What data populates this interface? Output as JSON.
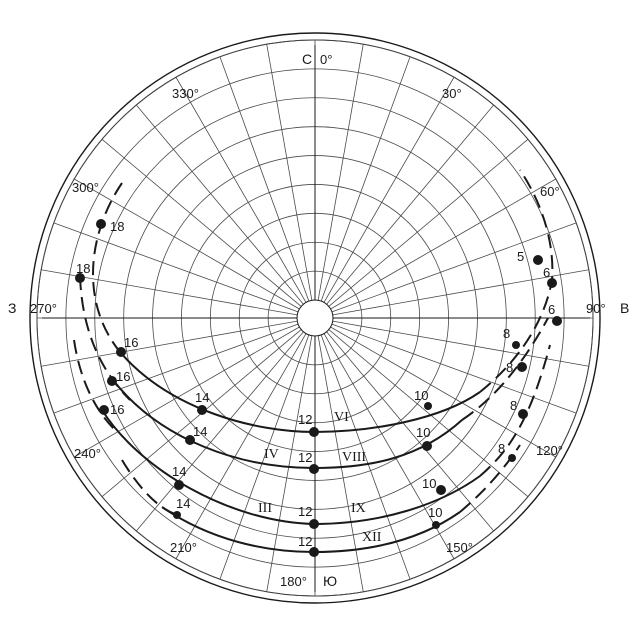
{
  "cardinals": {
    "north": "С",
    "south": "Ю",
    "east": "В",
    "west": "З"
  },
  "bearing_labels": [
    "0°",
    "30°",
    "60°",
    "90°",
    "120°",
    "150°",
    "180°",
    "210°",
    "240°",
    "270°",
    "300°",
    "330°"
  ],
  "months": [
    "VI",
    "IV",
    "VIII",
    "III",
    "IX",
    "XII"
  ],
  "hour_labels": {
    "vi": [
      "18",
      "16",
      "14",
      "12",
      "10",
      "8",
      "6",
      "5"
    ],
    "iv": [
      "18",
      "16",
      "14",
      "12",
      "10",
      "8",
      "6"
    ],
    "iii": [
      "16",
      "14",
      "12",
      "10",
      "8"
    ],
    "xii": [
      "14",
      "12",
      "10"
    ]
  },
  "colors": {
    "ink": "#1a1a1a",
    "grid": "#4a4a4a",
    "background": "#ffffff"
  }
}
